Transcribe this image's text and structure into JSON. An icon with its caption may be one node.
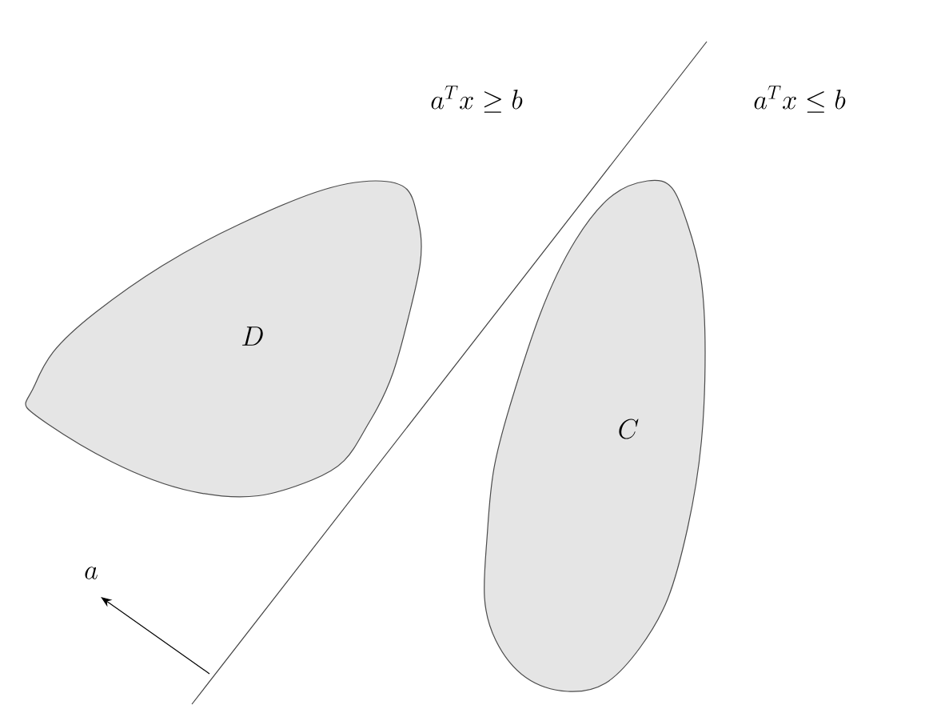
{
  "diagram": {
    "nodes": [
      {
        "text": [
          "D"
        ]
      },
      {
        "text": [
          "C"
        ]
      }
    ],
    "labels": [
      "a^T x \\geq b",
      "a^T x \\leq b",
      "a"
    ]
  }
}
